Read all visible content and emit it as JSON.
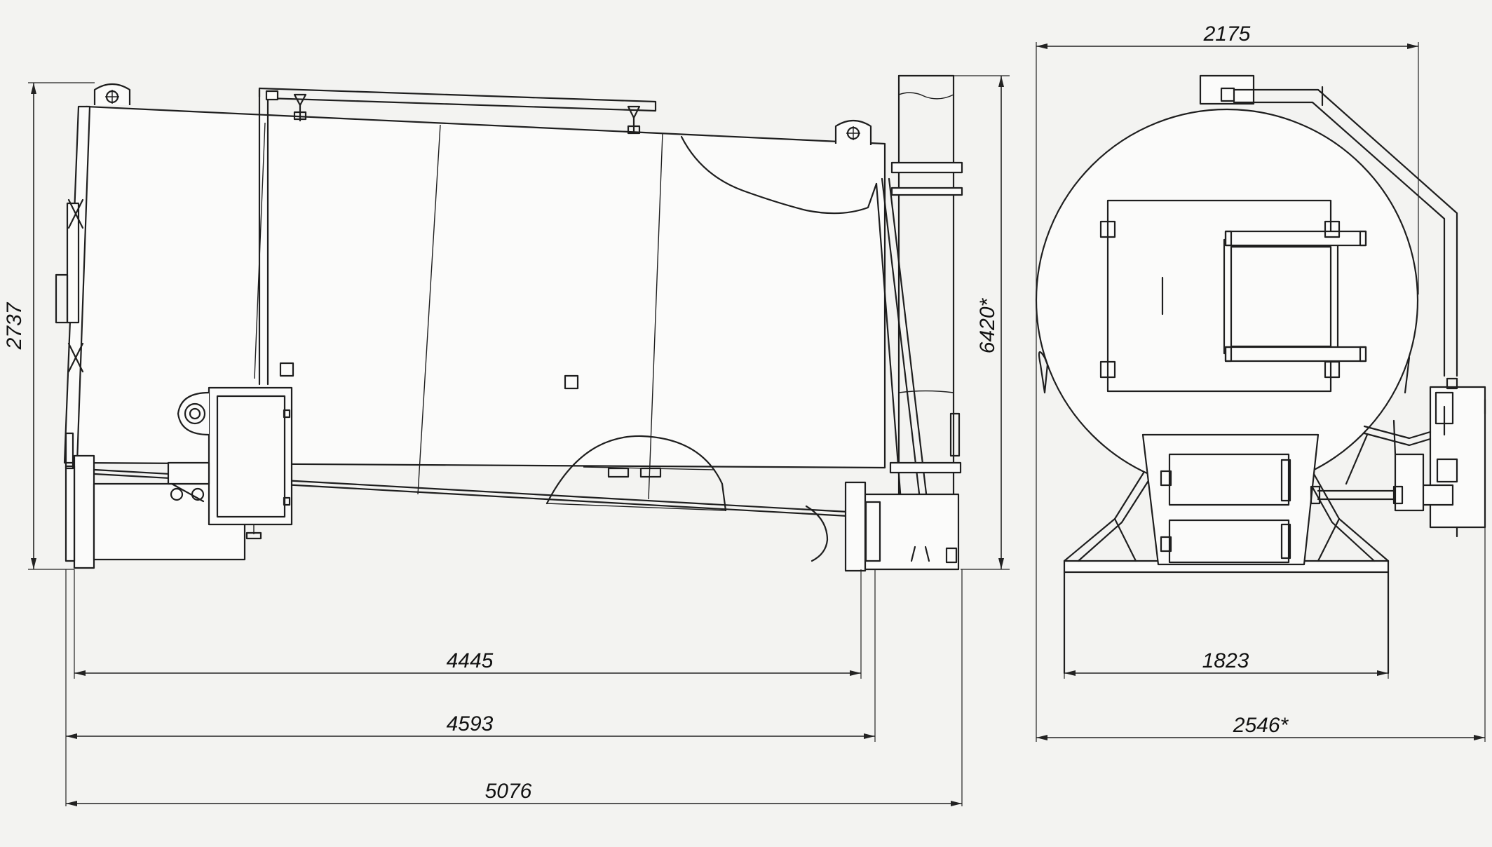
{
  "side_view": {
    "dimensions": {
      "height": "2737",
      "total_height": "6420*",
      "length_1": "4445",
      "length_2": "4593",
      "length_3": "5076"
    }
  },
  "front_view": {
    "dimensions": {
      "top_width": "2175",
      "base_width": "1823",
      "overall_width": "2546*"
    }
  }
}
